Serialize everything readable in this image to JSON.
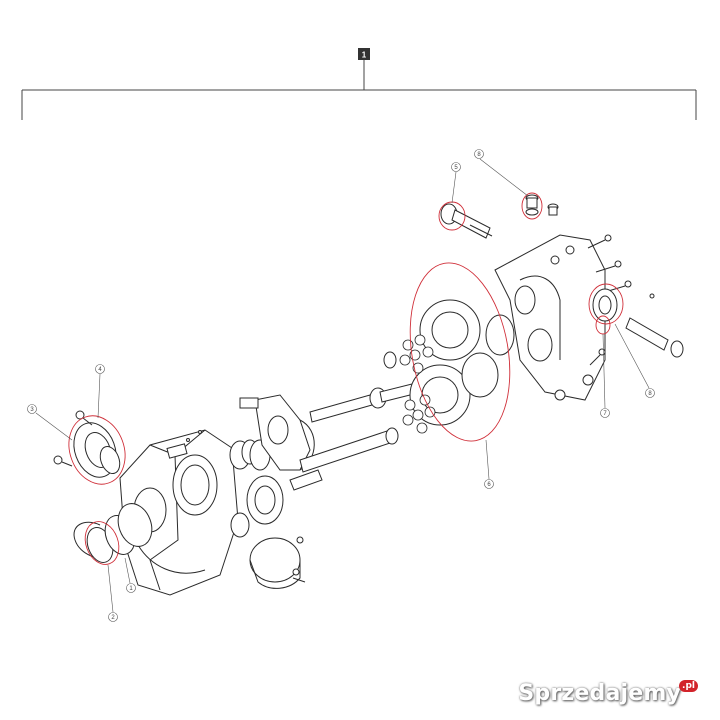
{
  "diagram": {
    "assembly_tag": "1",
    "callouts": [
      {
        "id": "c1",
        "text": "1"
      },
      {
        "id": "c2",
        "text": "2"
      },
      {
        "id": "c3",
        "text": "3"
      },
      {
        "id": "c4",
        "text": "4"
      },
      {
        "id": "c5",
        "text": "5"
      },
      {
        "id": "c6",
        "text": "6"
      },
      {
        "id": "c7",
        "text": "7"
      },
      {
        "id": "c8a",
        "text": "8"
      },
      {
        "id": "c8b",
        "text": "8"
      }
    ]
  },
  "watermark": {
    "brand": "Sprzedajemy",
    "suffix": ".pl"
  },
  "colors": {
    "line": "#2b2b2b",
    "highlight": "#d0303a",
    "tag_bg": "#333333"
  }
}
